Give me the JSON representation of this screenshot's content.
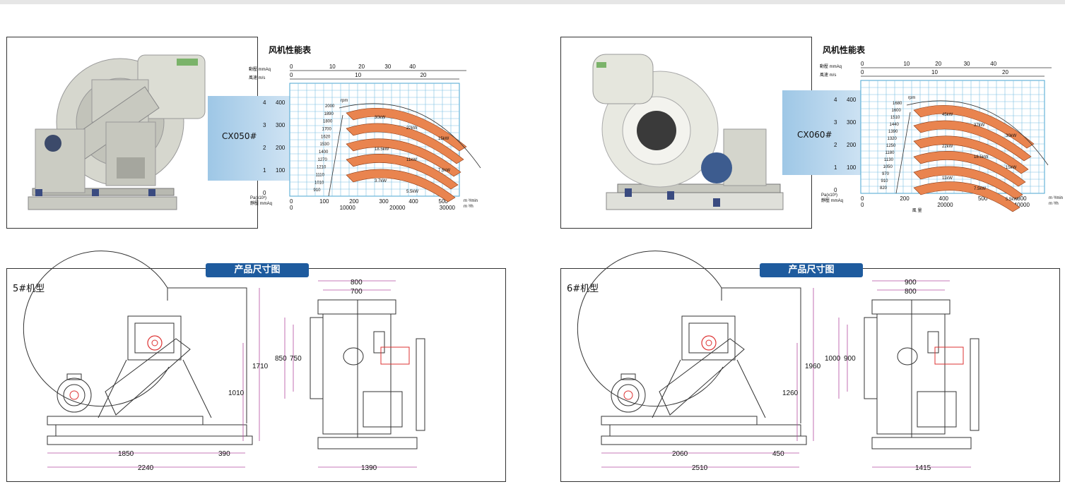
{
  "performance_title": "风机性能表",
  "section_title": "产品尺寸图",
  "panels": [
    {
      "model_tag": "CX050#",
      "drawing_label": "5#机型",
      "chart": {
        "top_axis1_label": "動壓 mmAq",
        "top_axis1_ticks": [
          "0",
          "10",
          "20",
          "30",
          "40"
        ],
        "top_axis2_label": "風速 m/s",
        "top_axis2_ticks": [
          "0",
          "10",
          "20"
        ],
        "left_ticks": [
          "4",
          "3",
          "2",
          "1",
          "0"
        ],
        "pa_ticks": [
          "400",
          "300",
          "200",
          "100"
        ],
        "bottom_ticks": [
          "0",
          "100",
          "200",
          "300",
          "400",
          "500"
        ],
        "bottom2_ticks": [
          "0",
          "10000",
          "20000",
          "30000"
        ],
        "pa_label": "Pa(x10³)",
        "static_label": "靜壓 mmAq",
        "unit_min": "m ³/min",
        "unit_h": "m ³/h",
        "rpm_label": "rpm",
        "rpm": [
          "2000",
          "1890",
          "1800",
          "1700",
          "1620",
          "1530",
          "1400",
          "1270",
          "1210",
          "1110",
          "1010",
          "910"
        ],
        "kw": [
          "30kW",
          "22kW",
          "15kW",
          "18.5kW",
          "11kW",
          "7.5kW",
          "3.7kW",
          "5.5kW"
        ]
      },
      "dims": {
        "front_top": "800",
        "front_inner": "700",
        "height_total": "1710",
        "height_center": "1010",
        "side_outer": "850",
        "side_inner": "750",
        "len_1": "1850",
        "len_2": "390",
        "len_total": "2240",
        "width_base": "1390"
      }
    },
    {
      "model_tag": "CX060#",
      "drawing_label": "6#机型",
      "chart": {
        "top_axis1_label": "動壓 mmAq",
        "top_axis1_ticks": [
          "0",
          "10",
          "20",
          "30",
          "40"
        ],
        "top_axis2_label": "風速 m/s",
        "top_axis2_ticks": [
          "0",
          "10",
          "20"
        ],
        "left_ticks": [
          "4",
          "3",
          "2",
          "1",
          "0"
        ],
        "pa_ticks": [
          "400",
          "300",
          "200",
          "100"
        ],
        "bottom_ticks": [
          "0",
          "200",
          "400",
          "500",
          "800"
        ],
        "bottom2_ticks": [
          "0",
          "20000",
          "40000"
        ],
        "pa_label": "Pa(x10³)",
        "static_label": "靜壓 mmAq",
        "unit_min": "m ³/min",
        "unit_h": "m ³/h",
        "flow_label": "風 量",
        "rpm_label": "rpm",
        "rpm": [
          "1680",
          "1600",
          "1510",
          "1440",
          "1390",
          "1320",
          "1250",
          "1180",
          "1130",
          "1050",
          "970",
          "910",
          "820"
        ],
        "kw": [
          "45kW",
          "37kW",
          "30kW",
          "22kW",
          "18.5kW",
          "15kW",
          "11kW",
          "7.5kW",
          "5.5kW"
        ]
      },
      "dims": {
        "front_top": "900",
        "front_inner": "800",
        "height_total": "1960",
        "height_center": "1260",
        "side_outer": "1000",
        "side_inner": "900",
        "len_1": "2060",
        "len_2": "450",
        "len_total": "2510",
        "width_base": "1415"
      }
    }
  ]
}
